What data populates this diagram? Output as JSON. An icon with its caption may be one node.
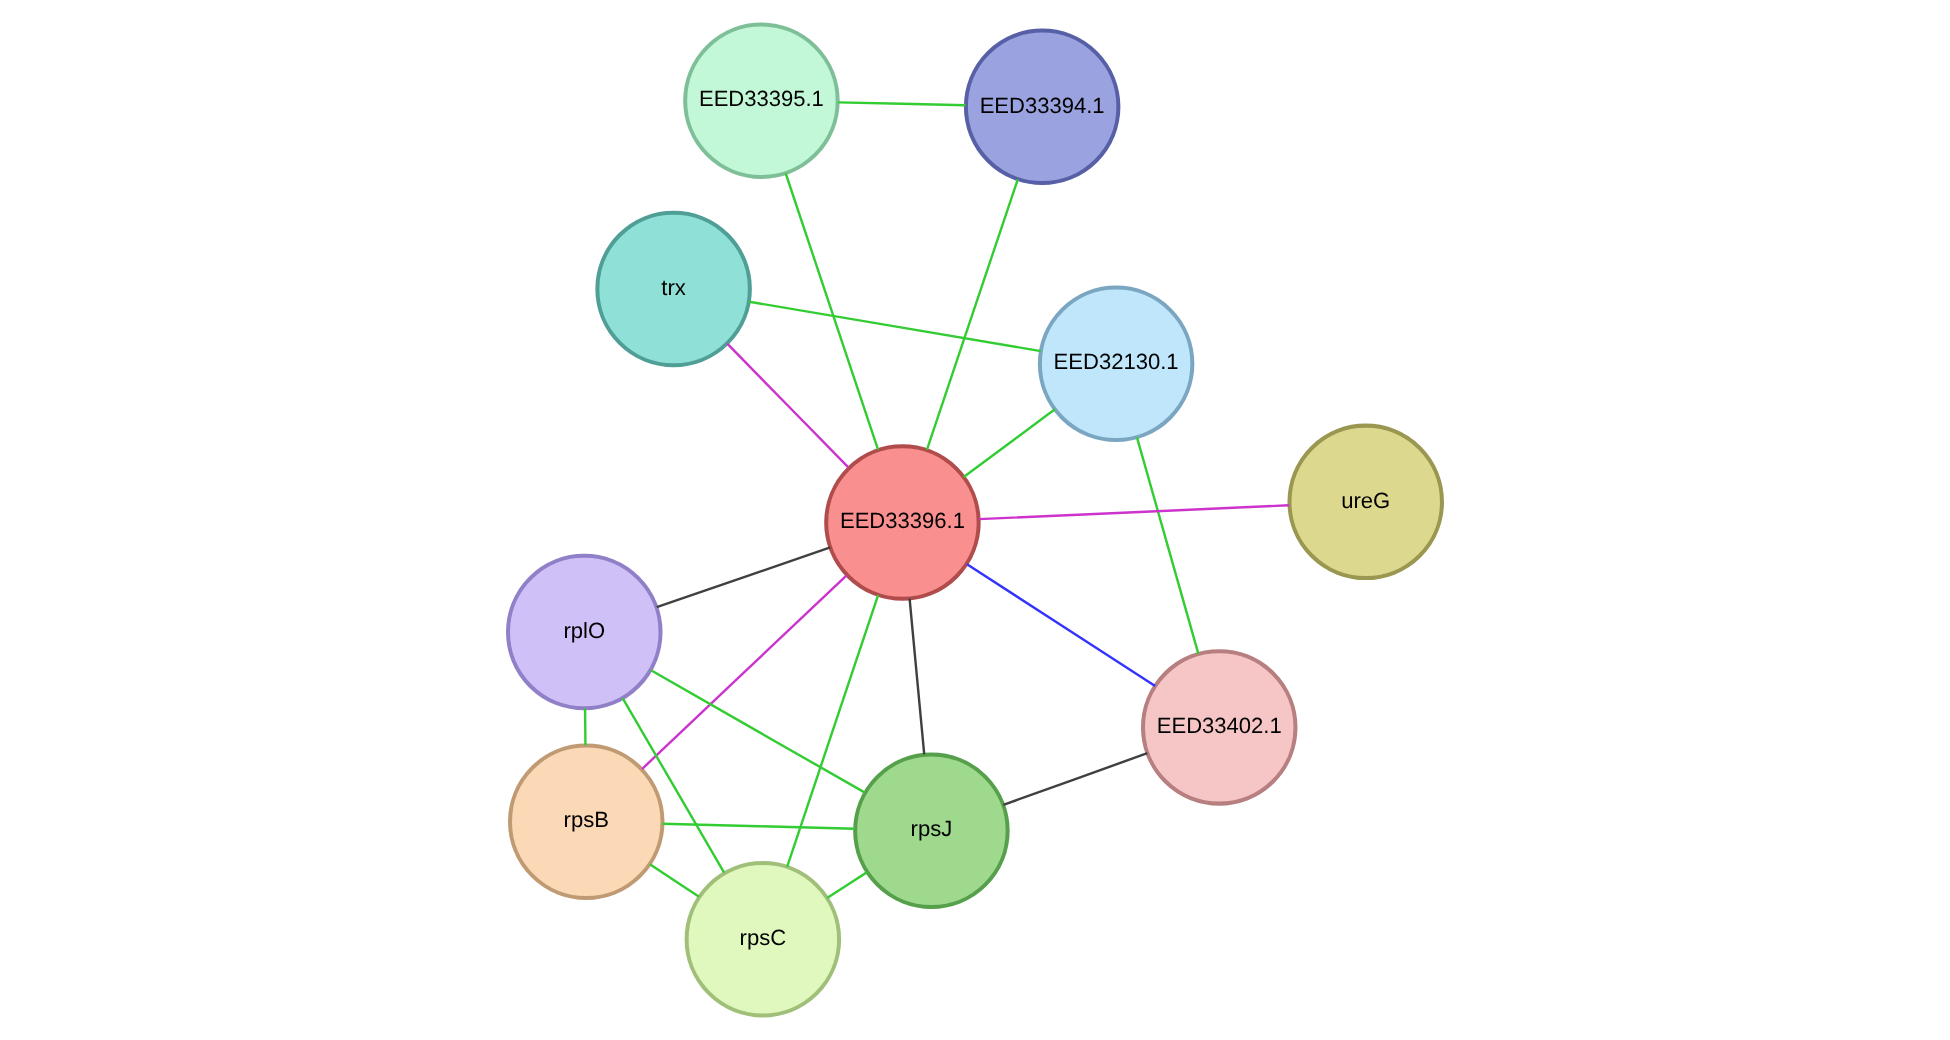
{
  "diagram": {
    "nodes": [
      {
        "text": [
          "trx"
        ]
      },
      {
        "text": [
          "EED32130.1"
        ]
      },
      {
        "text": [
          "EED33402.1"
        ]
      },
      {
        "text": [
          "EED33395.1"
        ]
      },
      {
        "text": [
          "EED33394.1"
        ]
      },
      {
        "text": [
          "EED33396.1"
        ]
      },
      {
        "text": [
          "rpsJ"
        ]
      },
      {
        "text": [
          "rpsC"
        ]
      },
      {
        "text": [
          "rplO"
        ]
      },
      {
        "text": [
          "ureG"
        ]
      },
      {
        "text": [
          "rpsB"
        ]
      }
    ],
    "edges": [
      {
        "from": 0,
        "to": 1,
        "arrow": "none",
        "color": "#33cc33"
      },
      {
        "from": 0,
        "to": 5,
        "arrow": "none",
        "color": "#cc33cc"
      },
      {
        "from": 1,
        "to": 2,
        "arrow": "none",
        "color": "#33cc33"
      },
      {
        "from": 1,
        "to": 5,
        "arrow": "none",
        "color": "#33cc33"
      },
      {
        "from": 2,
        "to": 5,
        "arrow": "none",
        "color": "#3333ff"
      },
      {
        "from": 2,
        "to": 6,
        "arrow": "none",
        "color": "#404040"
      },
      {
        "from": 3,
        "to": 5,
        "arrow": "none",
        "color": "#33cc33"
      },
      {
        "from": 3,
        "to": 4,
        "arrow": "none",
        "color": "#33cc33"
      },
      {
        "from": 4,
        "to": 5,
        "arrow": "none",
        "color": "#33cc33"
      },
      {
        "from": 5,
        "to": 9,
        "arrow": "none",
        "color": "#cc33cc"
      },
      {
        "from": 5,
        "to": 6,
        "arrow": "none",
        "color": "#404040"
      },
      {
        "from": 5,
        "to": 8,
        "arrow": "none",
        "color": "#404040"
      },
      {
        "from": 5,
        "to": 7,
        "arrow": "none",
        "color": "#33cc33"
      },
      {
        "from": 5,
        "to": 10,
        "arrow": "none",
        "color": "#cc33cc"
      },
      {
        "from": 6,
        "to": 7,
        "arrow": "none",
        "color": "#33cc33"
      },
      {
        "from": 6,
        "to": 10,
        "arrow": "none",
        "color": "#33cc33"
      },
      {
        "from": 6,
        "to": 8,
        "arrow": "none",
        "color": "#33cc33"
      },
      {
        "from": 7,
        "to": 8,
        "arrow": "none",
        "color": "#33cc33"
      },
      {
        "from": 7,
        "to": 10,
        "arrow": "none",
        "color": "#33cc33"
      },
      {
        "from": 10,
        "to": 8,
        "arrow": "none",
        "color": "#33cc33"
      }
    ]
  }
}
